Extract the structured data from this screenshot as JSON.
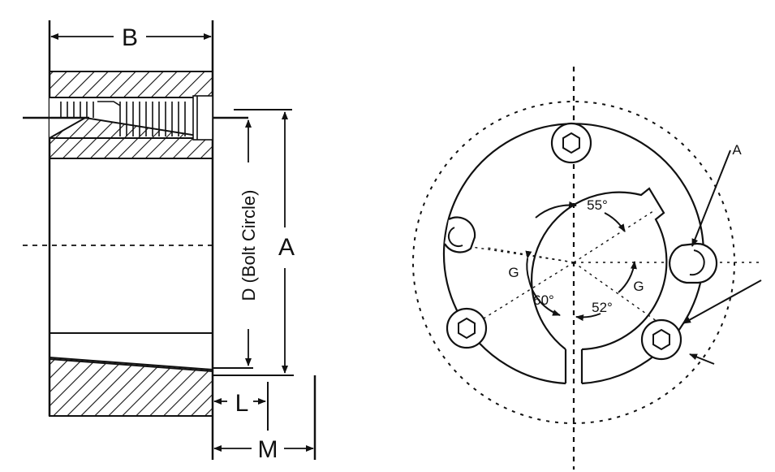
{
  "side_view": {
    "labels": {
      "B": "B",
      "A": "A",
      "D": "D (Bolt Circle)",
      "L": "L",
      "M": "M"
    }
  },
  "front_view": {
    "labels": {
      "A": "A",
      "angle_top": "55°",
      "angle_left": "60°",
      "angle_right": "52°",
      "G_left": "G",
      "G_right": "G"
    }
  }
}
